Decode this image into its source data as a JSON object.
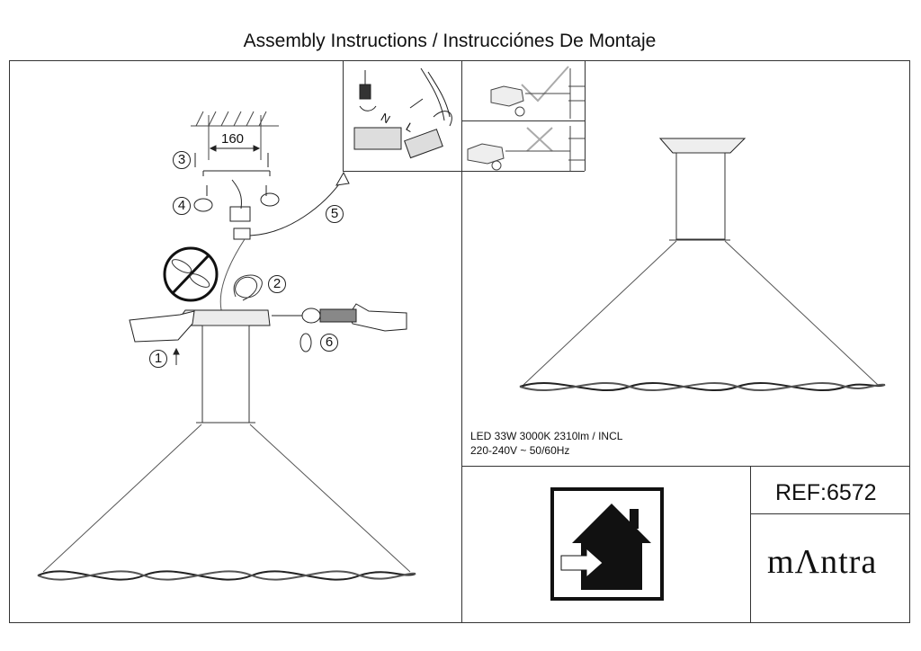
{
  "title": "Assembly Instructions / Instrucciónes De Montaje",
  "dimension_label": "160",
  "steps": [
    "1",
    "2",
    "3",
    "4",
    "5",
    "6"
  ],
  "terminal_labels": {
    "n": "N",
    "l": "L"
  },
  "spec_line1": "LED 33W 3000K 2310lm / INCL",
  "spec_line2": "220-240V ~ 50/60Hz",
  "ref": "REF:6572",
  "brand": "mΛntra",
  "icons": [
    "screwdriver-icon",
    "no-fan-icon",
    "indoor-use-icon",
    "check-icon",
    "cross-icon"
  ]
}
